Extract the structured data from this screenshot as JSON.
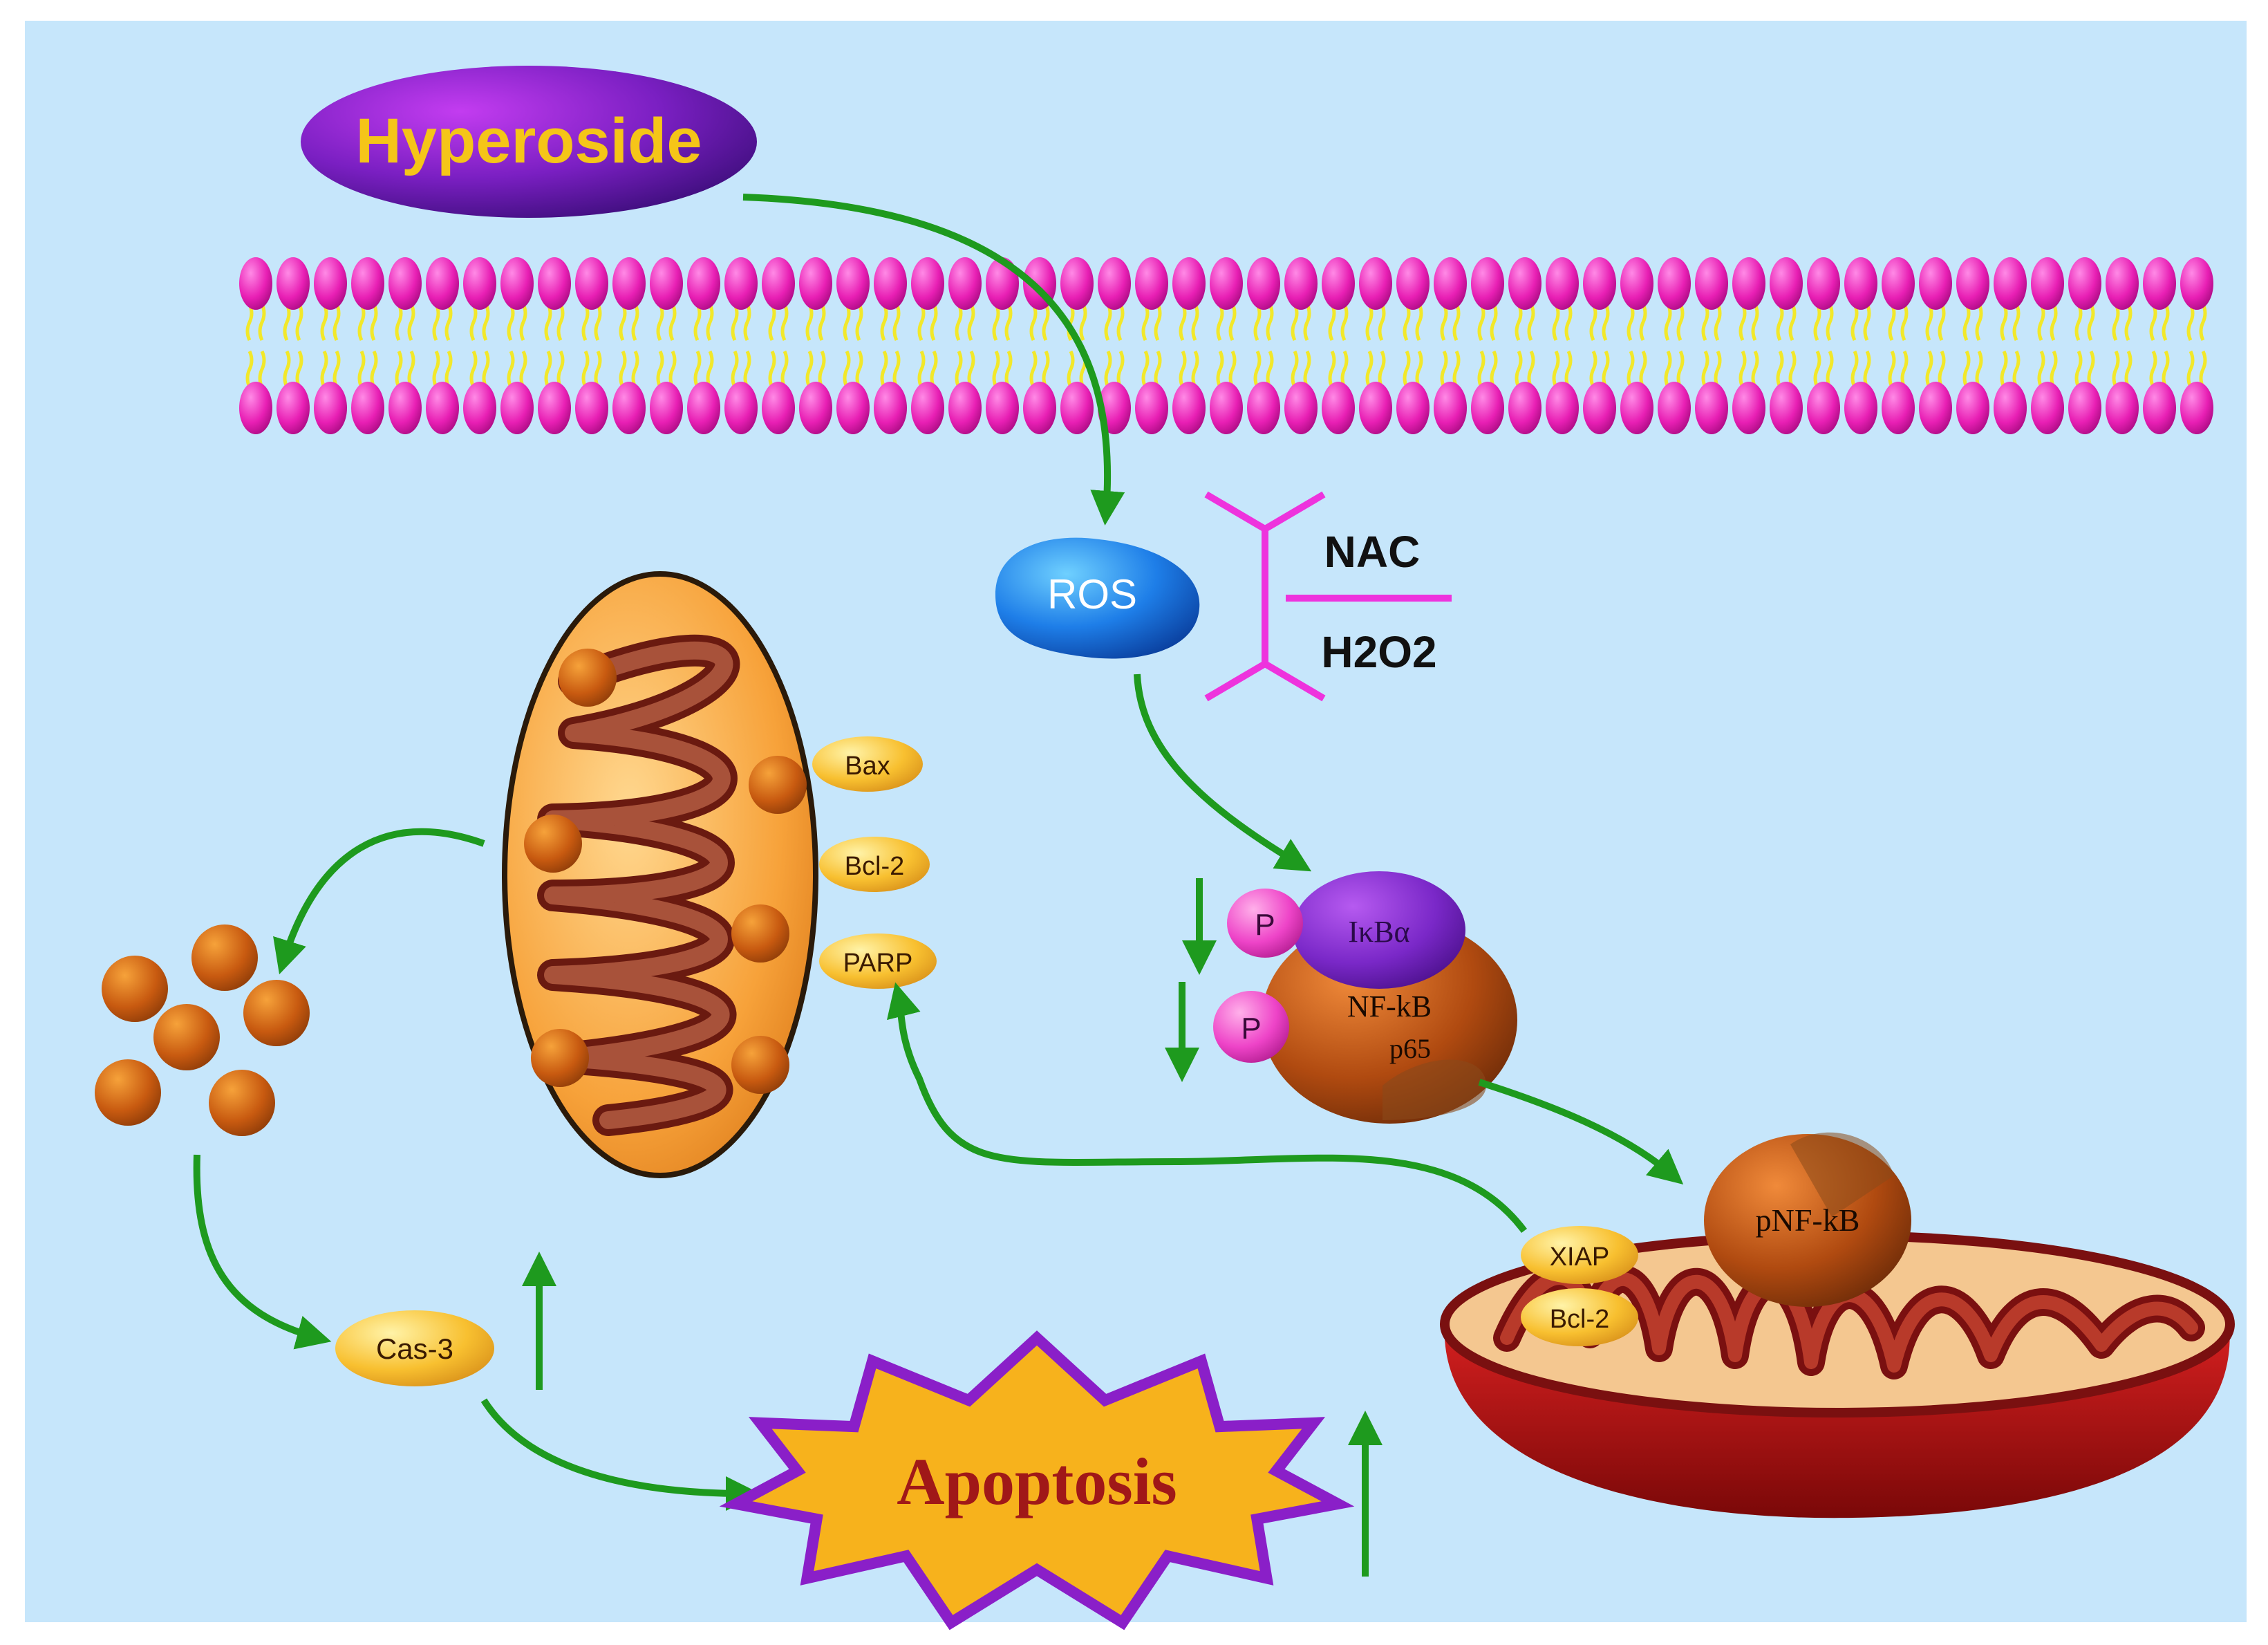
{
  "colors": {
    "background": "#c6e6fb",
    "membrane_head": "#e81fb4",
    "membrane_tail": "#f2e82a",
    "arrow": "#1e9a1e",
    "inhibitor": "#ee33dd",
    "hyperoside_text": "#f5c518",
    "apoptosis_text": "#a01818",
    "apoptosis_border": "#8a1fc8",
    "apoptosis_fill": "#f7b21c"
  },
  "labels": {
    "hyperoside": "Hyperoside",
    "ros": "ROS",
    "nac": "NAC",
    "h2o2": "H2O2",
    "bax": "Bax",
    "bcl2_mito": "Bcl-2",
    "parp": "PARP",
    "p1": "P",
    "p2": "P",
    "ikba": "IκBα",
    "nfkb": "NF-kB",
    "p65": "p65",
    "pnfkb": "pNF-kB",
    "xiap": "XIAP",
    "bcl2_nucleus": "Bcl-2",
    "cas3": "Cas-3",
    "apoptosis": "Apoptosis"
  }
}
